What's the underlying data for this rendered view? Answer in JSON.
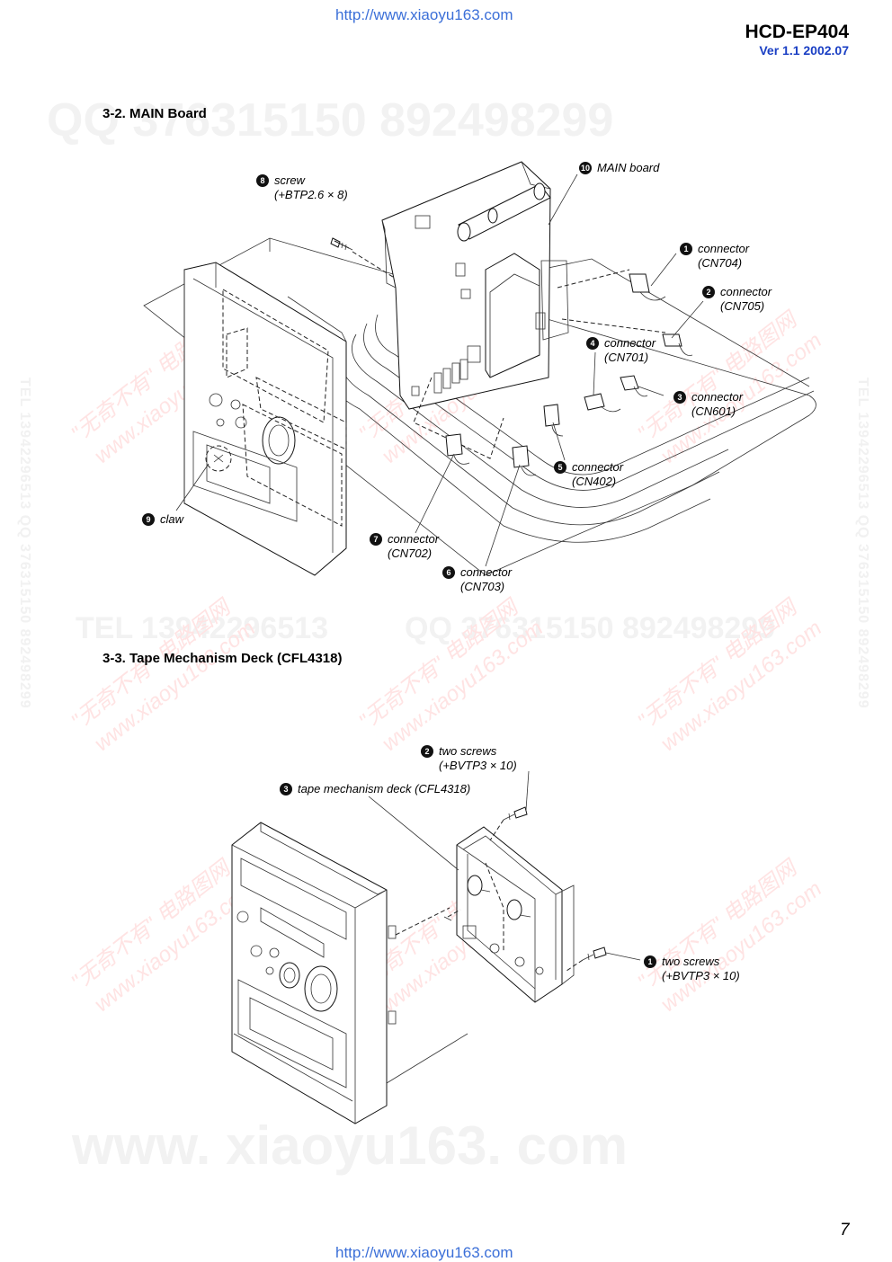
{
  "header": {
    "url_top": "http://www.xiaoyu163.com",
    "model": "HCD-EP404",
    "version": "Ver 1.1  2002.07"
  },
  "watermarks": {
    "qq_line": "QQ 376315150  892498299",
    "tel_line": "TEL 13942296513",
    "qq_line2": "QQ 376315150  892498299",
    "www_big": "www. xiaoyu163. com",
    "diag_cn": "\"无奇不有\" 电路图网",
    "diag_www": "www.xiaoyu163.com",
    "vert_left": "TEL 13942296513  QQ 376315150  892498299",
    "vert_right": "TEL 13942296513  QQ 376315150  892498299"
  },
  "section_main": {
    "heading": "3-2. MAIN Board",
    "callouts": [
      {
        "num": "8",
        "lines": [
          "screw",
          "(+BTP2.6 × 8)"
        ]
      },
      {
        "num": "10",
        "lines": [
          "MAIN board"
        ]
      },
      {
        "num": "1",
        "lines": [
          "connector",
          "(CN704)"
        ]
      },
      {
        "num": "2",
        "lines": [
          "connector",
          "(CN705)"
        ]
      },
      {
        "num": "4",
        "lines": [
          "connector",
          "(CN701)"
        ]
      },
      {
        "num": "3",
        "lines": [
          "connector",
          "(CN601)"
        ]
      },
      {
        "num": "5",
        "lines": [
          "connector",
          "(CN402)"
        ]
      },
      {
        "num": "9",
        "lines": [
          "claw"
        ]
      },
      {
        "num": "7",
        "lines": [
          "connector",
          "(CN702)"
        ]
      },
      {
        "num": "6",
        "lines": [
          "connector",
          "(CN703)"
        ]
      }
    ]
  },
  "section_tape": {
    "heading": "3-3.  Tape Mechanism Deck (CFL4318)",
    "callouts": [
      {
        "num": "2",
        "lines": [
          "two screws",
          "(+BVTP3 × 10)"
        ]
      },
      {
        "num": "3",
        "lines": [
          "tape mechanism deck (CFL4318)"
        ]
      },
      {
        "num": "1",
        "lines": [
          "two screws",
          "(+BVTP3 × 10)"
        ]
      }
    ]
  },
  "footer": {
    "page_number": "7",
    "url_bottom": "http://www.xiaoyu163.com"
  }
}
